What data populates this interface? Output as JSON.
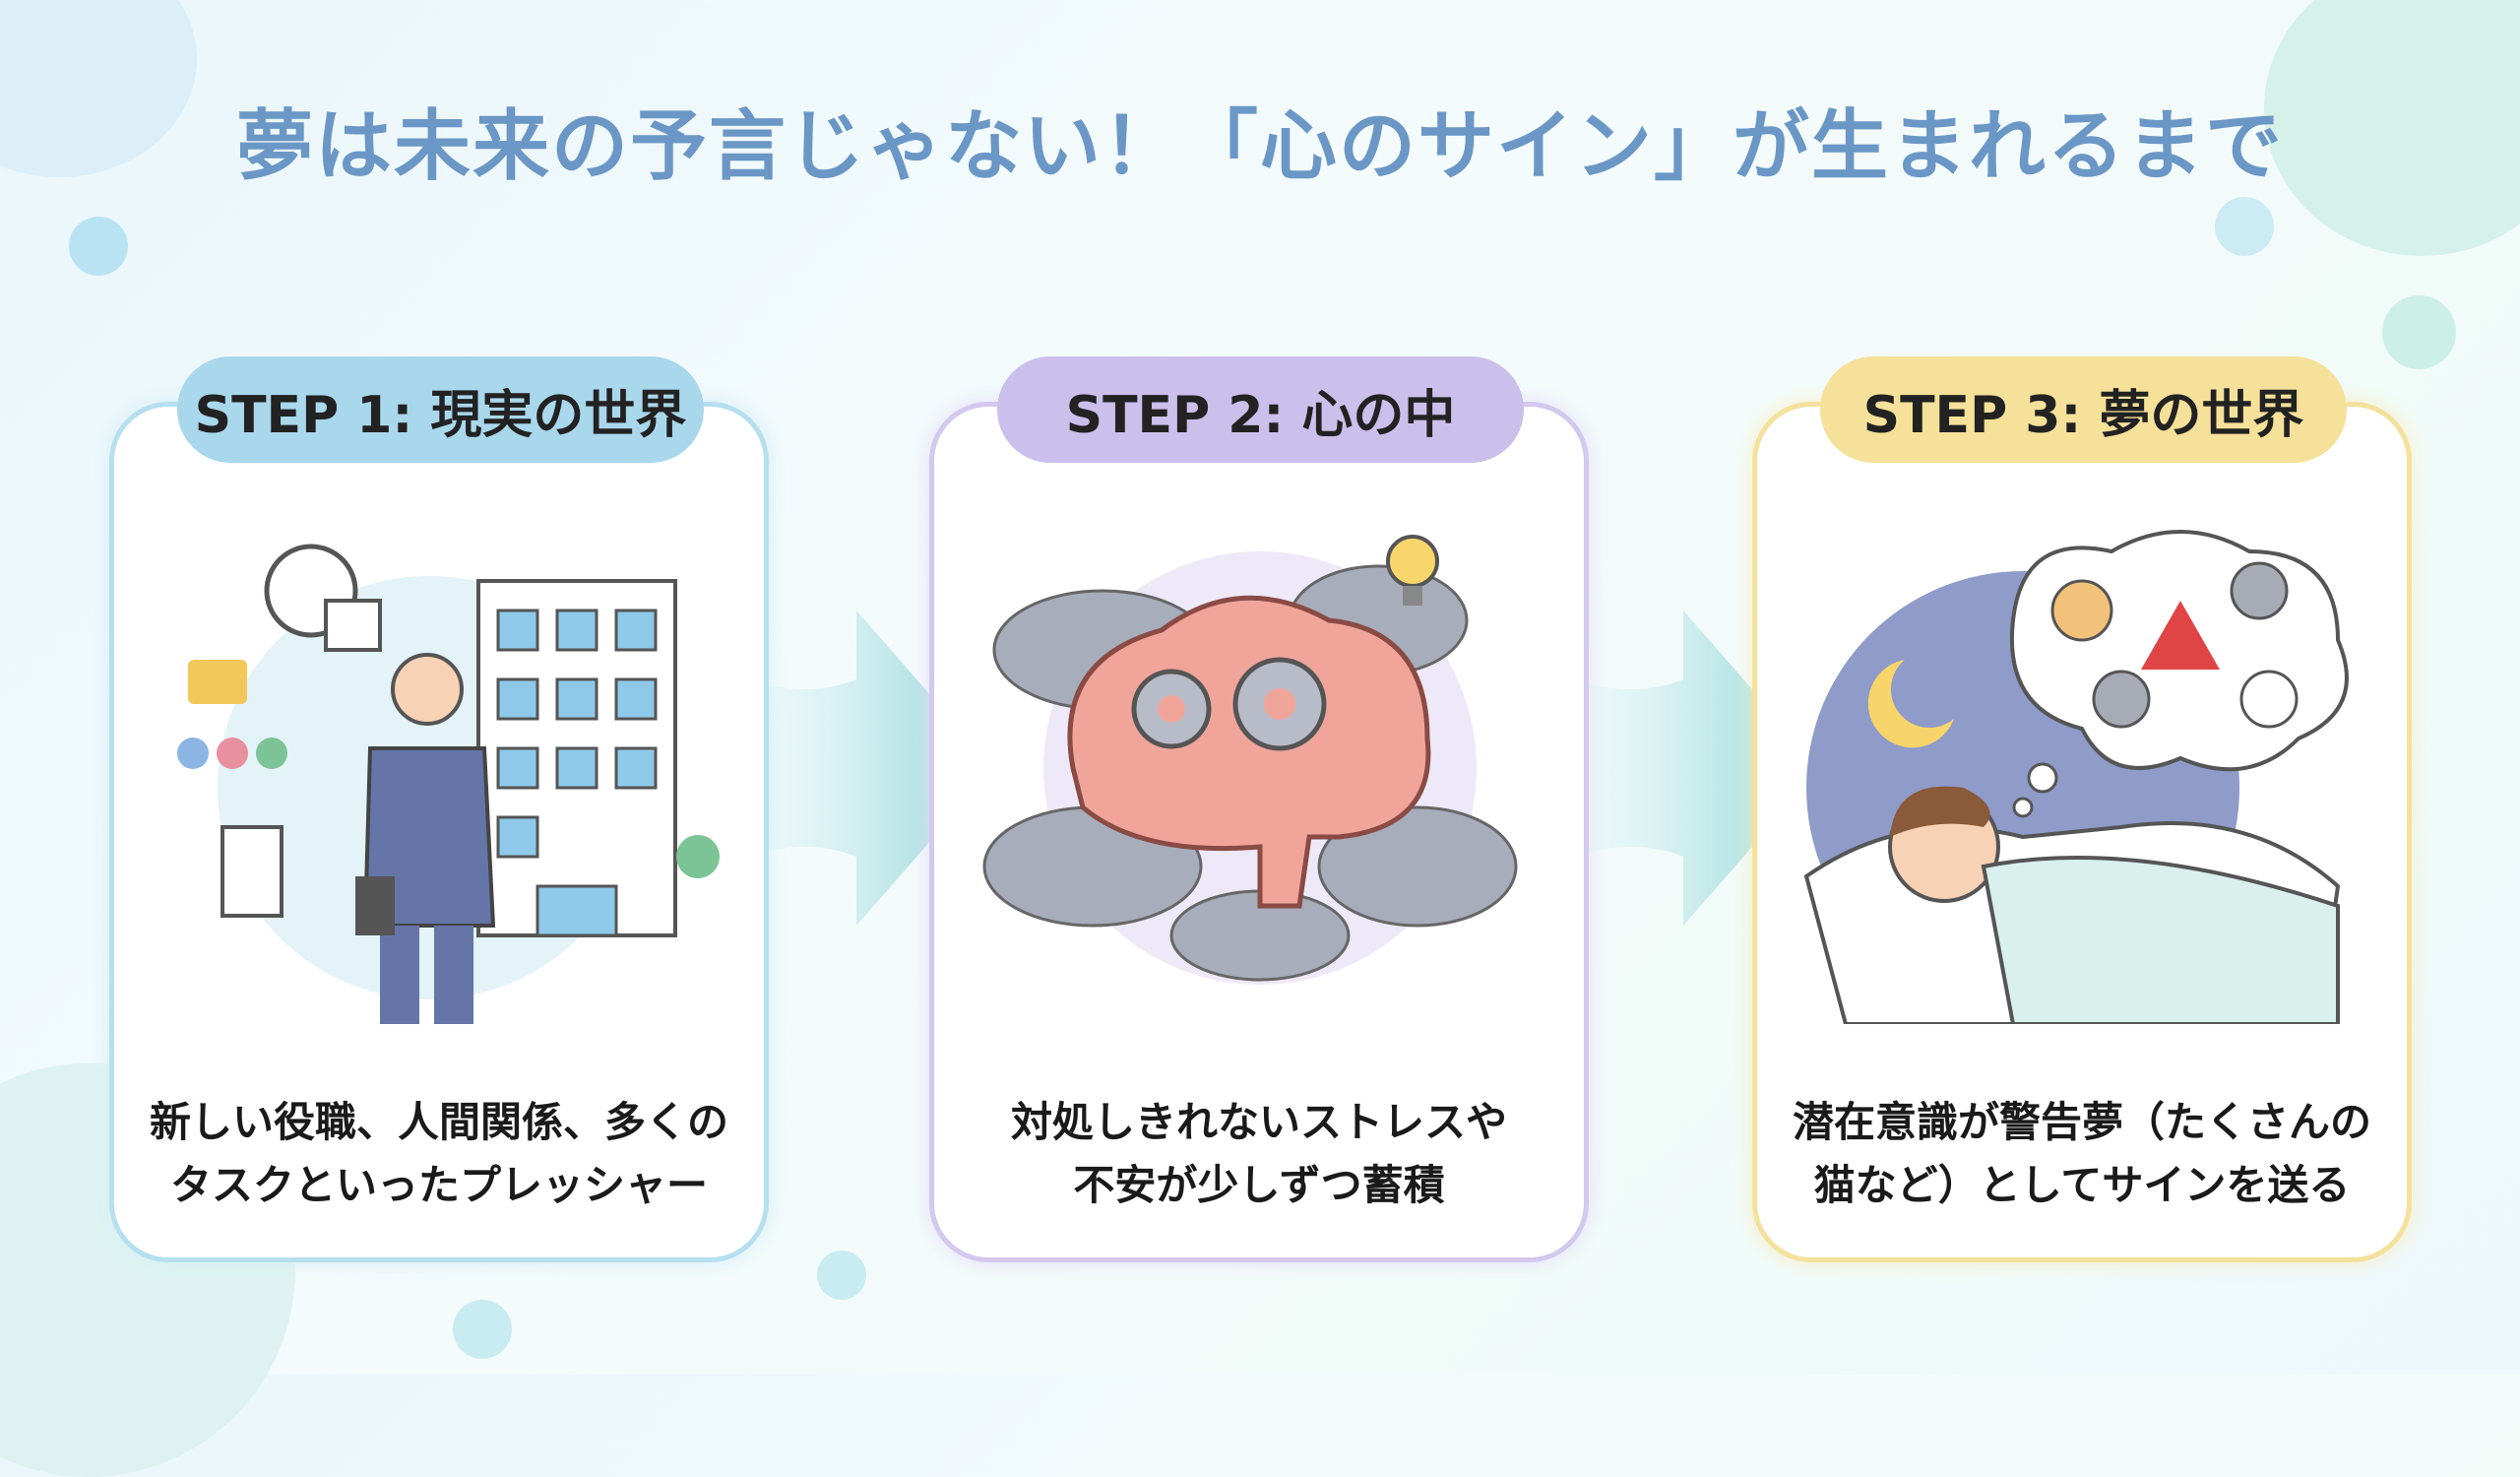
{
  "title": "夢は未来の予言じゃない！「心のサイン」が生まれるまで",
  "colors": {
    "title": "#6b97c6",
    "step1": "#a9d7ec",
    "step2": "#cbbfec",
    "step3": "#f6e19a",
    "arrow": "#8fd4d8"
  },
  "steps": [
    {
      "label": "STEP 1: 現実の世界",
      "caption_lines": [
        "新しい役職、人間関係、多くの",
        "タスクといったプレッシャー"
      ],
      "icon": "businessman-building-icon"
    },
    {
      "label": "STEP 2: 心の中",
      "caption_lines": [
        "対処しきれないストレスや",
        "不安が少しずつ蓄積"
      ],
      "icon": "brain-gears-clouds-icon"
    },
    {
      "label": "STEP 3: 夢の世界",
      "caption_lines": [
        "潜在意識が警告夢（たくさんの",
        "猫など）としてサインを送る"
      ],
      "icon": "sleeping-dream-cats-icon"
    }
  ]
}
